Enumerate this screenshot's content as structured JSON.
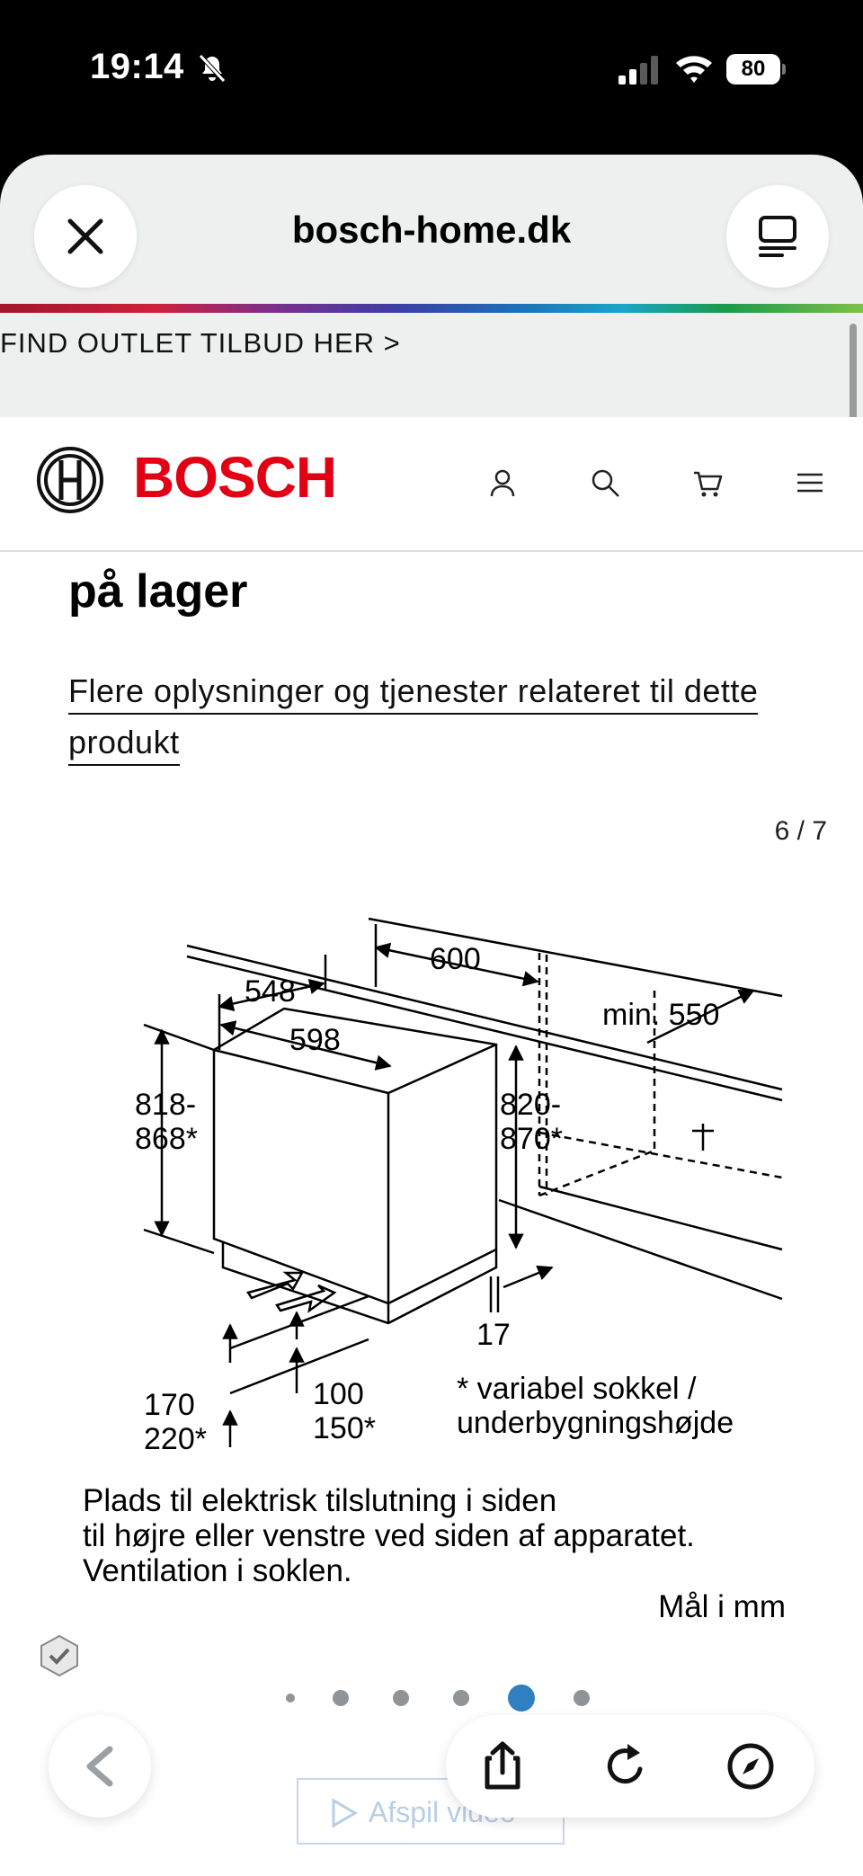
{
  "status_bar": {
    "time": "19:14",
    "battery": "80"
  },
  "browser": {
    "url": "bosch-home.dk"
  },
  "promo": {
    "text": "FIND OUTLET TILBUD HER >"
  },
  "header": {
    "brand": "BOSCH"
  },
  "content": {
    "heading": "på lager",
    "more_info_link": "Flere oplysninger og tjenester relateret til dette produkt",
    "gallery_counter": "6 / 7"
  },
  "diagram": {
    "dim_600": "600",
    "dim_548": "548",
    "dim_598": "598",
    "dim_min550": "min. 550",
    "dim_left_h1": "818-",
    "dim_left_h2": "868*",
    "dim_right_h1": "820-",
    "dim_right_h2": "870*",
    "dim_17": "17",
    "dim_170": "170",
    "dim_220": "220*",
    "dim_100": "100",
    "dim_150": "150*",
    "note_1": "* variabel sokkel /",
    "note_2": "underbygningshøjde",
    "caption_1": "Plads til elektrisk tilslutning i siden",
    "caption_2": "til højre eller venstre ved siden af apparatet.",
    "caption_3": "Ventilation i soklen.",
    "units": "Mål i mm"
  },
  "gallery": {
    "dot_count": 6,
    "active_index": 4
  },
  "video_button": {
    "label": "Afspil video"
  },
  "icons": [
    "bell-slash-icon",
    "signal-icon",
    "wifi-icon",
    "close-icon",
    "tabs-icon",
    "bosch-logo-icon",
    "user-icon",
    "search-icon",
    "cart-icon",
    "menu-icon",
    "badge-icon",
    "back-arrow-icon",
    "share-icon",
    "reload-icon",
    "compass-icon",
    "play-icon"
  ],
  "colors": {
    "brand_red": "#e20015",
    "active_dot": "#2f7fc1",
    "inactive_dot": "#8f9498",
    "browser_bg": "#eef0f0"
  }
}
